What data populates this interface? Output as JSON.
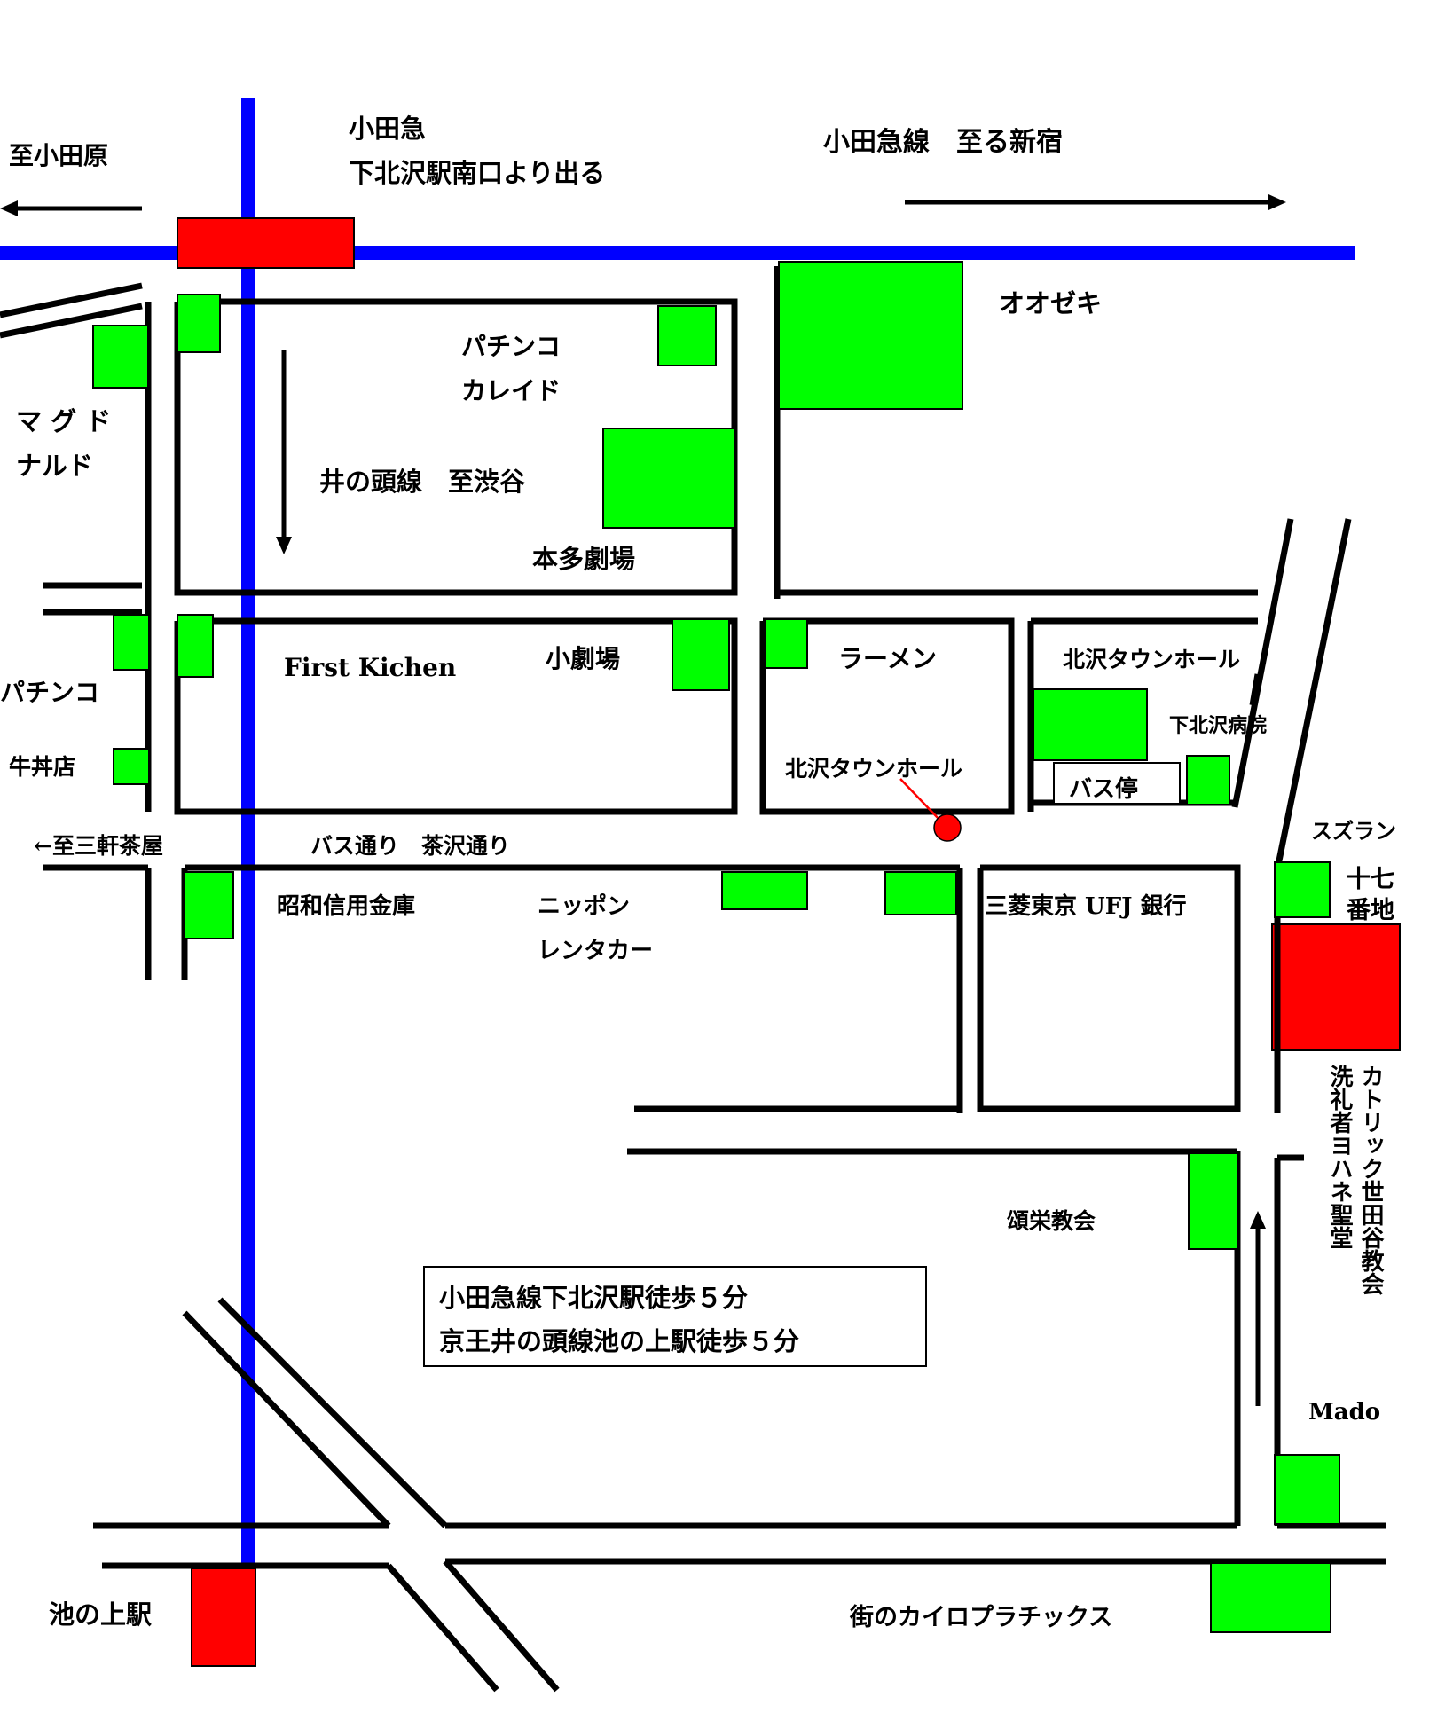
{
  "map": {
    "stations": {
      "shimokitazawa_exit": "小田急",
      "shimokitazawa_exit_line2": "下北沢駅南口より出る",
      "ikenoue": "池の上駅"
    },
    "directions": {
      "to_odawara": "至小田原",
      "to_shinjuku": "小田急線　至る新宿",
      "to_shibuya": "井の頭線　至渋谷",
      "to_sangenjaya": "←至三軒茶屋"
    },
    "streets": {
      "bus_street": "バス通り　茶沢通り"
    },
    "places": {
      "ozeki": "オオゼキ",
      "pachinko_kaleido_1": "パチンコ",
      "pachinko_kaleido_2": "カレイド",
      "mcdonalds_1": "マ グ ド",
      "mcdonalds_2": "ナルド",
      "honda_theater": "本多劇場",
      "small_theater": "小劇場",
      "first_kitchen": "First Kichen",
      "ramen": "ラーメン",
      "kitazawa_townhall_top": "北沢タウンホール",
      "kitazawa_townhall_target": "北沢タウンホール",
      "shimokitazawa_hospital": "下北沢病院",
      "bus_stop": "バス停",
      "pachinko_left": "パチンコ",
      "gyudon": "牛丼店",
      "showa_shinkin": "昭和信用金庫",
      "nippon_rentacar_1": "ニッポン",
      "nippon_rentacar_2": "レンタカー",
      "mufg": "三菱東京 UFJ 銀行",
      "suzuran": "スズラン",
      "jushichi_banchi_1": "十七",
      "jushichi_banchi_2": "番地",
      "catholic_church": "カトリック世田谷教会",
      "john_baptist": "洗礼者ヨハネ聖堂",
      "shoei_church": "頌栄教会",
      "mado": "Mado",
      "chiropractic": "街のカイロプラチックス"
    },
    "info": {
      "line1": "小田急線下北沢駅徒歩５分",
      "line2": "京王井の頭線池の上駅徒歩５分"
    },
    "colors": {
      "rail": "#0000ff",
      "station": "#ff0000",
      "building": "#00ff00",
      "target": "#ff0000"
    }
  }
}
